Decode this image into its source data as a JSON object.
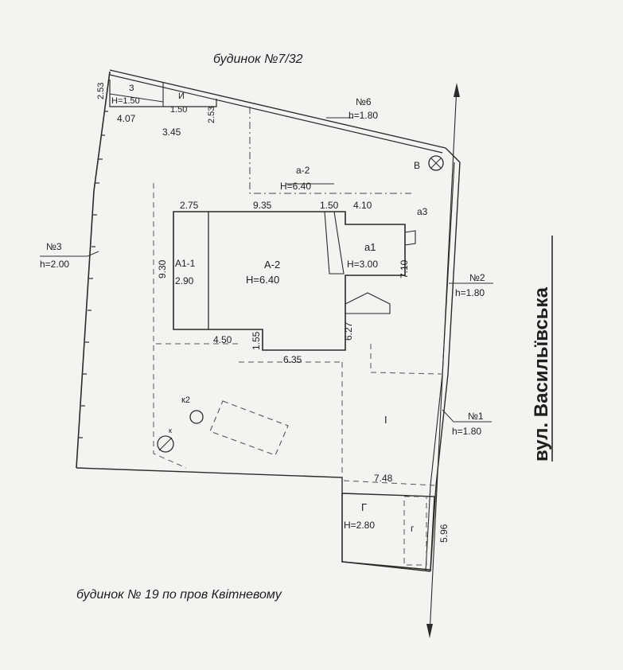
{
  "labels": {
    "north": "будинок №7/32",
    "south": "будинок № 19 по пров Квітневому",
    "street": "вул. Васильївська"
  },
  "fences": {
    "f6_name": "№6",
    "f6_h": "h=1.80",
    "f3_name": "№3",
    "f3_h": "h=2.00",
    "f2_name": "№2",
    "f2_h": "h=1.80",
    "f1_name": "№1",
    "f1_h": "h=1.80"
  },
  "buildings": {
    "A2_name": "А-2",
    "A2_h": "H=6.40",
    "A11_name": "А1-1",
    "A11_h": "2.90",
    "a1_name": "а1",
    "a1_h": "H=3.00",
    "a2_name": "а-2",
    "a2_h": "H=6.40",
    "a3_name": "а3",
    "G_name": "Г",
    "G_h": "H=2.80",
    "g_name": "г",
    "Z_name": "З",
    "Z_h": "H=1.50",
    "I_name": "И",
    "I_h": "1.50",
    "yard": "I",
    "B_name": "В",
    "k2": "к2",
    "k": "к"
  },
  "dims": {
    "d_275": "2.75",
    "d_935": "9.35",
    "d_150": "1.50",
    "d_410": "4.10",
    "d_930": "9.30",
    "d_450": "4.50",
    "d_155": "1.55",
    "d_635": "6.35",
    "d_627": "6.27",
    "d_710": "7.10",
    "d_748": "7.48",
    "d_596": "5.96",
    "d_407": "4.07",
    "d_345": "3.45",
    "d_253a": "2.53",
    "d_253b": "2.53"
  }
}
